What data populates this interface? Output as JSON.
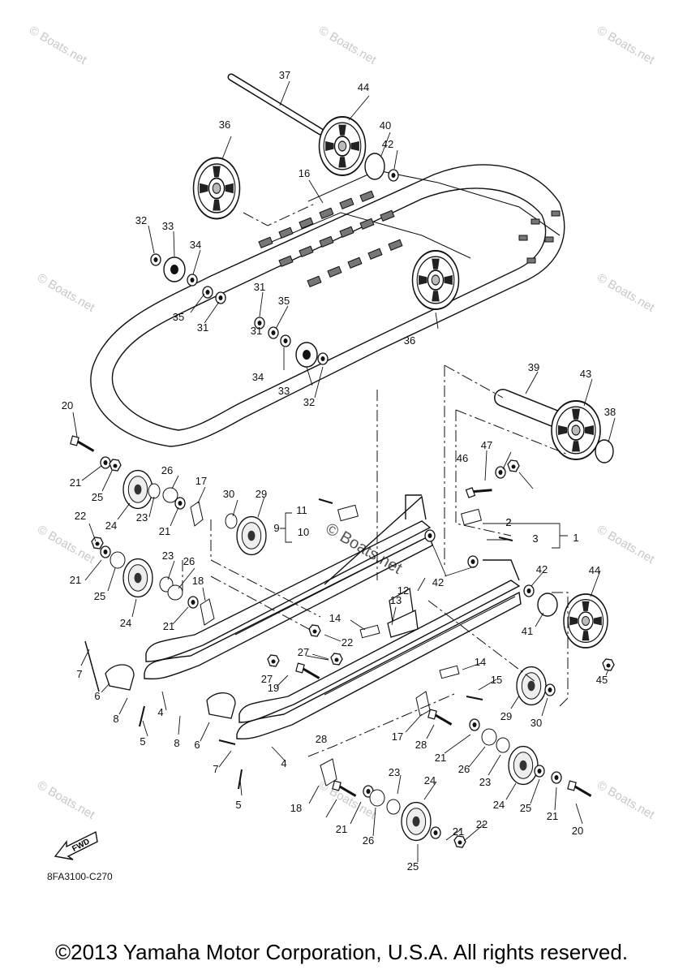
{
  "watermark": "© Boats.net",
  "center_watermark": "© Boats.net",
  "fig_code": "8FA3100-C270",
  "fwd_label": "FWD",
  "copyright": "©2013 Yamaha Motor Corporation, U.S.A. All rights reserved.",
  "callouts": [
    "1",
    "2",
    "3",
    "4",
    "5",
    "6",
    "7",
    "8",
    "9",
    "10",
    "11",
    "12",
    "13",
    "14",
    "15",
    "16",
    "17",
    "18",
    "19",
    "20",
    "21",
    "22",
    "23",
    "24",
    "25",
    "26",
    "27",
    "28",
    "29",
    "30",
    "31",
    "32",
    "33",
    "34",
    "35",
    "36",
    "37",
    "38",
    "39",
    "40",
    "41",
    "42",
    "43",
    "44",
    "45",
    "46",
    "47"
  ]
}
